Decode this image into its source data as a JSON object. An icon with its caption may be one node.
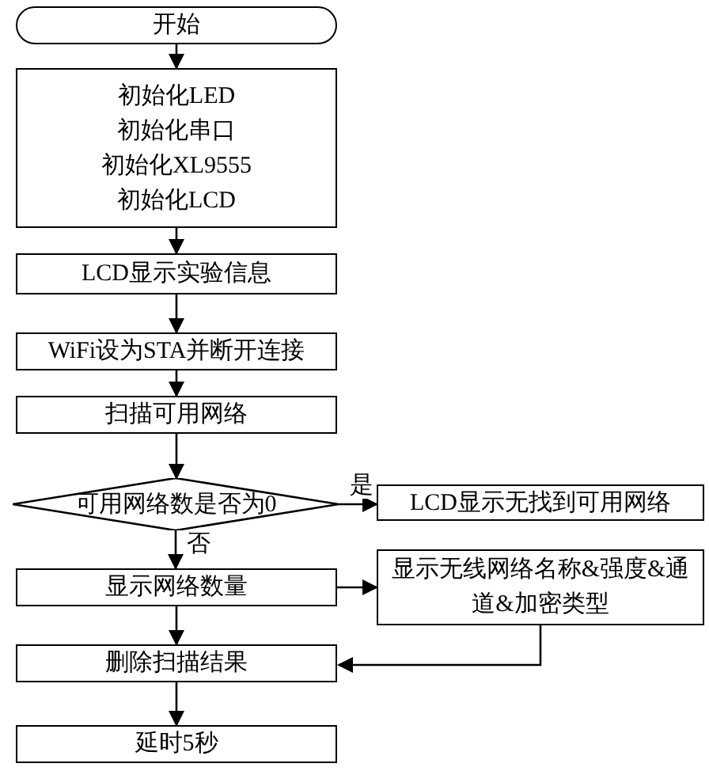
{
  "diagram": {
    "nodes": [
      {
        "text": [
          "开始"
        ]
      },
      {
        "text": [
          "初始化LED",
          "初始化串口",
          "初始化XL9555",
          "初始化LCD"
        ]
      },
      {
        "text": [
          "LCD显示实验信息"
        ]
      },
      {
        "text": [
          "WiFi设为STA并断开连接"
        ]
      },
      {
        "text": [
          "扫描可用网络"
        ]
      },
      {
        "text": [
          "可用网络数是否为0"
        ]
      },
      {
        "text": [
          "LCD显示无找到可用网络"
        ]
      },
      {
        "text": [
          "显示网络数量"
        ]
      },
      {
        "text": [
          "显示无线网络名称&强度&通道&加密类型"
        ]
      },
      {
        "text": [
          "删除扫描结果"
        ]
      },
      {
        "text": [
          "延时5秒"
        ]
      }
    ],
    "edges": [
      {
        "from": 0,
        "to": 1,
        "arrow": "to"
      },
      {
        "from": 1,
        "to": 2,
        "arrow": "to"
      },
      {
        "from": 2,
        "to": 3,
        "arrow": "to"
      },
      {
        "from": 3,
        "to": 4,
        "arrow": "to"
      },
      {
        "from": 4,
        "to": 5,
        "arrow": "to"
      },
      {
        "from": 5,
        "to": 6,
        "arrow": "to",
        "label": "是"
      },
      {
        "from": 5,
        "to": 7,
        "arrow": "to",
        "label": "否"
      },
      {
        "from": 7,
        "to": 8,
        "arrow": "to"
      },
      {
        "from": 8,
        "to": 9,
        "arrow": "to"
      },
      {
        "from": 7,
        "to": 9,
        "arrow": "to"
      },
      {
        "from": 9,
        "to": 10,
        "arrow": "to"
      }
    ]
  }
}
